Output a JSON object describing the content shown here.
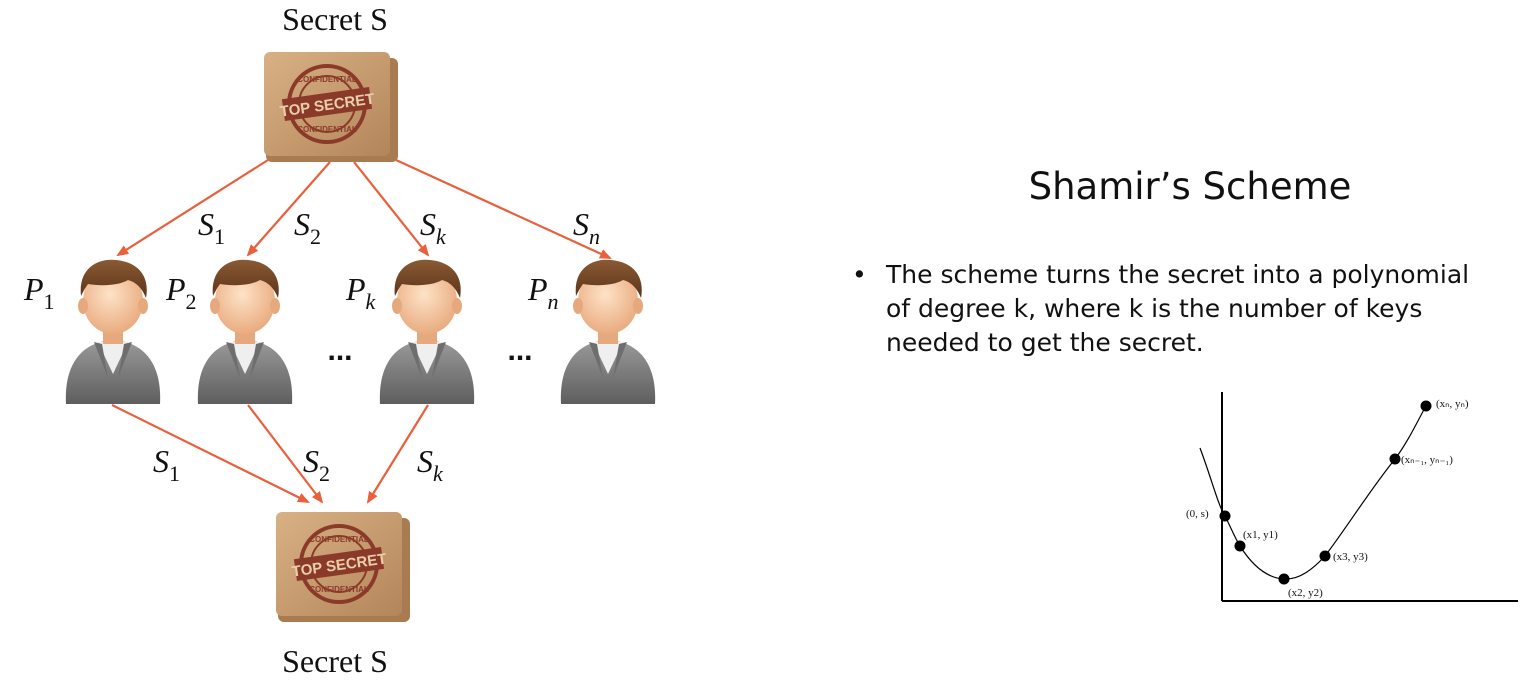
{
  "diagram": {
    "secret_top_label": "Secret S",
    "secret_bottom_label": "Secret S",
    "folder_stamp": {
      "top_text": "CONFIDENTIAL",
      "middle_text": "TOP SECRET",
      "bottom_text": "CONFIDENTIAL"
    },
    "shares_out": [
      {
        "name": "S",
        "sub": "1"
      },
      {
        "name": "S",
        "sub": "2"
      },
      {
        "name": "S",
        "sub": "k"
      },
      {
        "name": "S",
        "sub": "n"
      }
    ],
    "participants": [
      {
        "name": "P",
        "sub": "1"
      },
      {
        "name": "P",
        "sub": "2"
      },
      {
        "name": "P",
        "sub": "k"
      },
      {
        "name": "P",
        "sub": "n"
      }
    ],
    "ellipsis": "...",
    "shares_in": [
      {
        "name": "S",
        "sub": "1"
      },
      {
        "name": "S",
        "sub": "2"
      },
      {
        "name": "S",
        "sub": "k"
      }
    ],
    "colors": {
      "arrow": "#e8603c",
      "folder": "#c49a6c",
      "stamp": "#8b3a2a",
      "hair": "#6b4226",
      "skin": "#f2c9a0",
      "suit": "#7a7a7a"
    }
  },
  "slide": {
    "title": "Shamir’s Scheme",
    "bullet_symbol": "•",
    "bullet_lines": [
      "The scheme turns the secret into a polynomial",
      "of degree k, where k is the number of keys",
      "needed to get the secret."
    ]
  },
  "plot": {
    "points": [
      {
        "label": "(0, s)"
      },
      {
        "label": "(x1, y1)"
      },
      {
        "label": "(x2, y2)"
      },
      {
        "label": "(x3, y3)"
      },
      {
        "label": "(xₙ₋₁, yₙ₋₁)"
      },
      {
        "label": "(xₙ, yₙ)"
      }
    ]
  }
}
